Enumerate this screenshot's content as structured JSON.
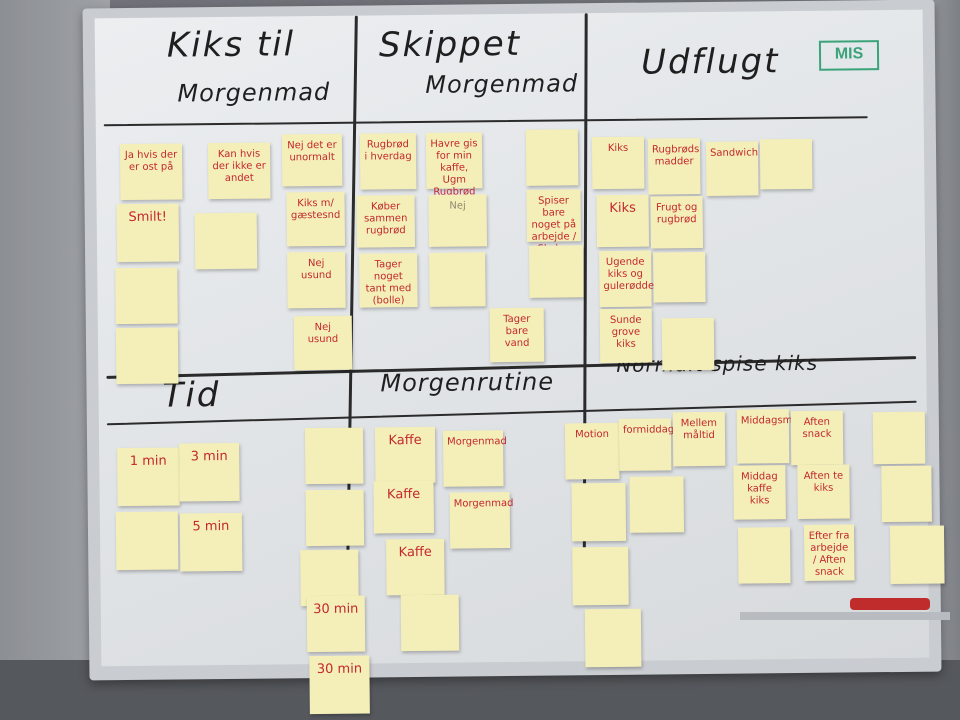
{
  "scene": "whiteboard-with-sticky-notes",
  "colors": {
    "note": "#f4efb8",
    "ink": "#c4282e",
    "marker": "#1f1f1f",
    "accent": "#3aa37a"
  },
  "headings": {
    "col1_line1": "Kiks til",
    "col1_line2": "Morgenmad",
    "col2_line1": "Skippet",
    "col2_line2": "Morgenmad",
    "col3": "Udflugt",
    "mis": "MIS",
    "row2_col1": "Tid",
    "row2_col2": "Morgenrutine",
    "row2_col3": "Normalt spise kiks"
  },
  "notes": {
    "n1": "Ja hvis der er ost på",
    "n2": "Kan hvis der ikke er andet",
    "n3": "Nej det er unormalt",
    "n4": "Smilt!",
    "n6": "Kiks m/ gæstesnd",
    "n9": "Nej usund",
    "n10": "Nej usund",
    "n11": "Rugbrød i hverdag",
    "n12": "Havre gis for min kaffe, Ugm Rugbrød med",
    "n14": "Køber sammen rugbrød",
    "n15": "Nej",
    "n16": "Spiser bare noget på arbejde / Skolen",
    "n17": "Tager noget tant med (bolle)",
    "n19": "Tager bare vand",
    "n20": "Kiks",
    "n21": "Rugbrøds madder",
    "n22": "Sandwich",
    "n23": "Kiks",
    "n24": "Frugt og rugbrød",
    "n25": "Ugende kiks og gulerødder",
    "n26": "Sunde grove kiks",
    "t1": "1 min",
    "t2": "3 min",
    "t3": "5 min",
    "t4": "30 min",
    "t5": "30 min",
    "m1": "Kaffe",
    "m2": "Morgenmad",
    "m3": "Kaffe",
    "m4": "Morgenmad",
    "m5": "Kaffe",
    "k1": "Motion",
    "k2": "formiddag",
    "k3": "Mellem måltid",
    "k4": "Middagsmat",
    "k5": "Aften snack",
    "k6": "Middag kaffe kiks",
    "k7": "Aften te kiks",
    "k8": "Efter fra arbejde / Aften snack"
  }
}
